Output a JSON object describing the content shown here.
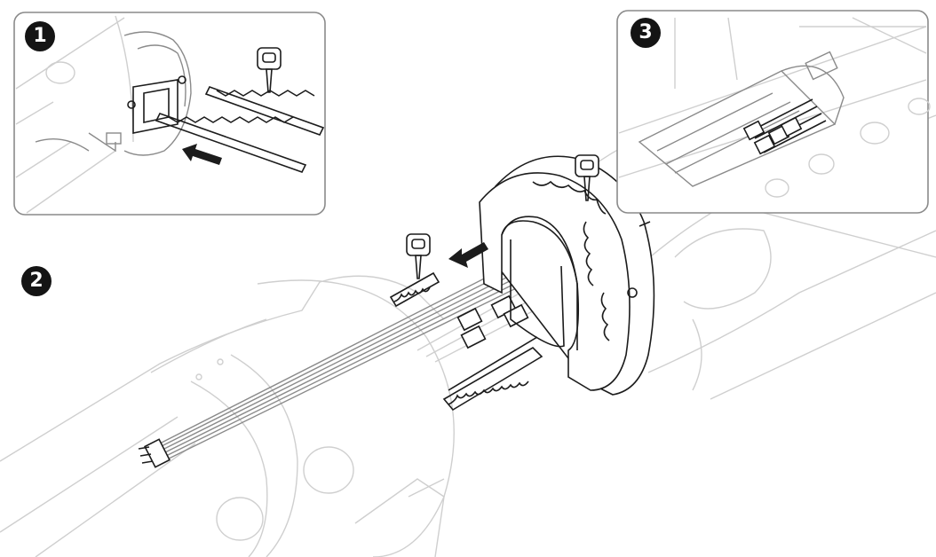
{
  "steps": [
    {
      "label": "1"
    },
    {
      "label": "2"
    },
    {
      "label": "3"
    }
  ],
  "colors": {
    "ink": "#1c1c1c",
    "faint_outline": "#cfcfcf",
    "panel_border": "#8a8a8a",
    "badge": "#141414"
  },
  "icons": [
    "push-arrow-icon",
    "pull-arrow-icon",
    "key-tag-icon"
  ]
}
